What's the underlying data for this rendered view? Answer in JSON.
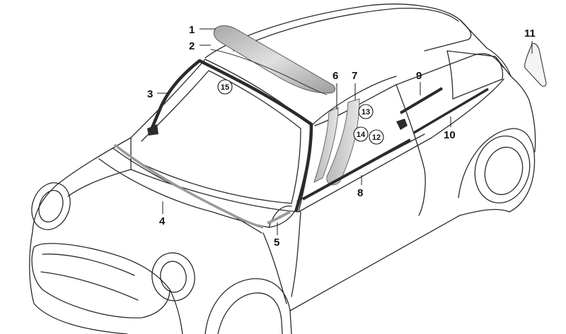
{
  "callouts": {
    "c1": "1",
    "c2": "2",
    "c3": "3",
    "c4": "4",
    "c5": "5",
    "c6": "6",
    "c7": "7",
    "c8": "8",
    "c9": "9",
    "c10": "10",
    "c11": "11"
  },
  "circled_refs": {
    "r12": "12",
    "r13": "13",
    "r14": "14",
    "r15": "15"
  },
  "colors": {
    "outline": "#2a2a2a",
    "part_dark": "#2b2b2b",
    "part_gray": "#9a9a9a",
    "part_light": "#d2d2d2"
  }
}
